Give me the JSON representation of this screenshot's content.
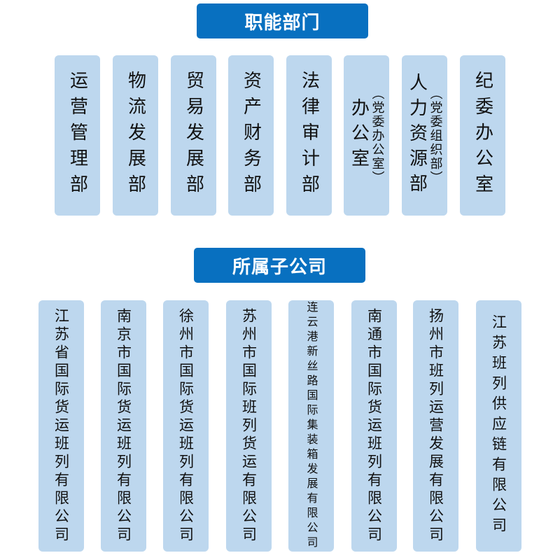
{
  "sections": {
    "functional": {
      "title": "职能部门",
      "departments": [
        {
          "name": "运营管理部"
        },
        {
          "name": "物流发展部"
        },
        {
          "name": "贸易发展部"
        },
        {
          "name": "资产财务部"
        },
        {
          "name": "法律审计部"
        },
        {
          "name": "办公室",
          "note": "（党委办公室）"
        },
        {
          "name": "人力资源部",
          "note": "（党委组织部）"
        },
        {
          "name": "纪委办公室"
        }
      ]
    },
    "subsidiaries": {
      "title": "所属子公司",
      "companies": [
        {
          "name": "江苏省国际货运班列有限公司"
        },
        {
          "name": "南京市国际货运班列有限公司"
        },
        {
          "name": "徐州市国际货运班列有限公司"
        },
        {
          "name": "苏州市国际班列货运有限公司"
        },
        {
          "name": "连云港新丝路国际集装箱发展有限公司"
        },
        {
          "name": "南通市国际货运班列有限公司"
        },
        {
          "name": "扬州市班列运营发展有限公司"
        },
        {
          "name": "江苏班列供应链有限公司"
        }
      ]
    }
  },
  "colors": {
    "header_bg": "#0870c0",
    "header_text": "#ffffff",
    "box_bg": "#bdd7ee",
    "box_text": "#111111"
  }
}
